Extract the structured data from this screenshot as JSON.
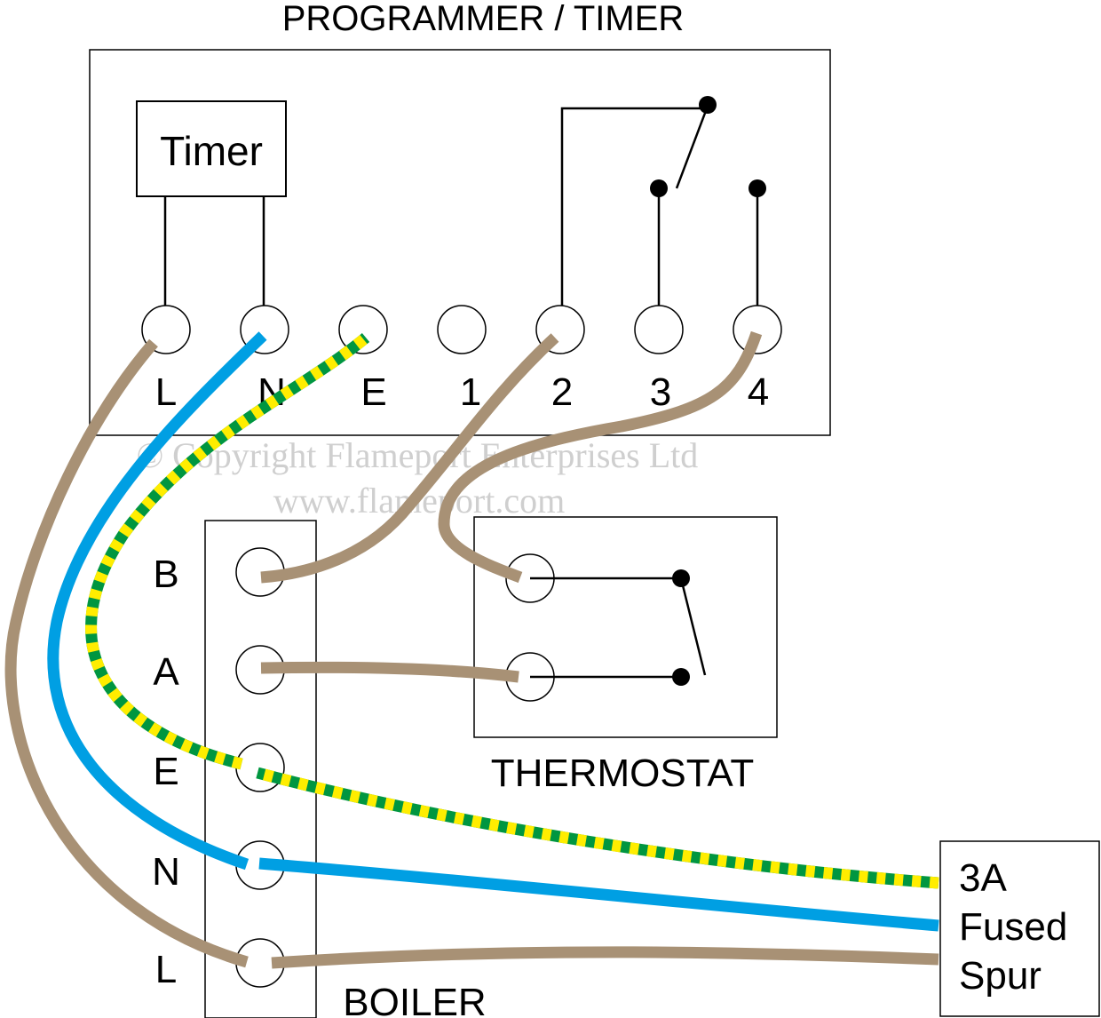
{
  "programmer": {
    "title": "PROGRAMMER / TIMER",
    "timer_label": "Timer",
    "terminals": [
      "L",
      "N",
      "E",
      "1",
      "2",
      "3",
      "4"
    ]
  },
  "boiler": {
    "title": "BOILER",
    "terminals": [
      "B",
      "A",
      "E",
      "N",
      "L"
    ]
  },
  "thermostat": {
    "title": "THERMOSTAT"
  },
  "spur": {
    "line1": "3A",
    "line2": "Fused",
    "line3": "Spur"
  },
  "watermark": {
    "copyright": "© Copyright Flameport Enterprises Ltd",
    "website": "www.flameport.com"
  },
  "colors": {
    "live_brown": "#a89175",
    "neutral_blue": "#009fe3",
    "earth_green": "#009640",
    "earth_yellow": "#ffed00",
    "outline": "#000000",
    "watermark": "#cfcfcf"
  }
}
